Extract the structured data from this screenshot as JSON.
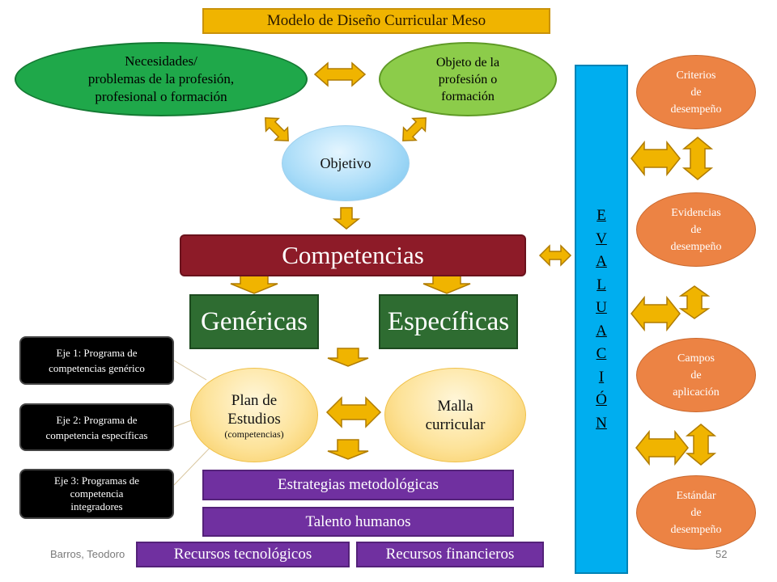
{
  "title": "Modelo de Diseño Curricular Meso",
  "necesidades": [
    "Necesidades/",
    "problemas de la profesión,",
    "profesional o formación"
  ],
  "objeto": [
    "Objeto de la",
    "profesión o",
    "formación"
  ],
  "objetivo": "Objetivo",
  "competencias": "Competencias",
  "genericas": "Genéricas",
  "especificas": "Específicas",
  "ejes": [
    [
      "Eje 1: Programa de",
      "competencias genérico"
    ],
    [
      "Eje 2: Programa de",
      "competencia específicas"
    ],
    [
      "Eje 3: Programas de",
      "competencia",
      "integradores"
    ]
  ],
  "plan": {
    "line1": "Plan de",
    "line2": "Estudios",
    "sub": "(competencias)"
  },
  "malla": [
    "Malla",
    "curricular"
  ],
  "estrategias": "Estrategias metodológicas",
  "talento": "Talento humanos",
  "recursos_tec": "Recursos tecnológicos",
  "recursos_fin": "Recursos financieros",
  "evaluacion_letters": [
    "E",
    "V",
    "A",
    "L",
    "U",
    "A",
    "C",
    "I",
    "Ó",
    "N"
  ],
  "right_items": [
    [
      "Criterios",
      "de",
      "desempeño"
    ],
    [
      "Evidencias",
      "de",
      "desempeño"
    ],
    [
      "Campos",
      "de",
      "aplicación"
    ],
    [
      "Estándar",
      "de",
      "desempeño"
    ]
  ],
  "footer": {
    "author": "Barros, Teodoro",
    "page": "52"
  },
  "colors": {
    "arrow_fill": "#f0b400",
    "arrow_stroke": "#b07c00",
    "competencias": "#8d1b28",
    "genericas": "#2e6c31",
    "purple": "#7030a0",
    "evaluacion": "#00aeef",
    "orange": "#ec8344",
    "green": "#1fa84a",
    "light_green": "#8ccc4a"
  }
}
